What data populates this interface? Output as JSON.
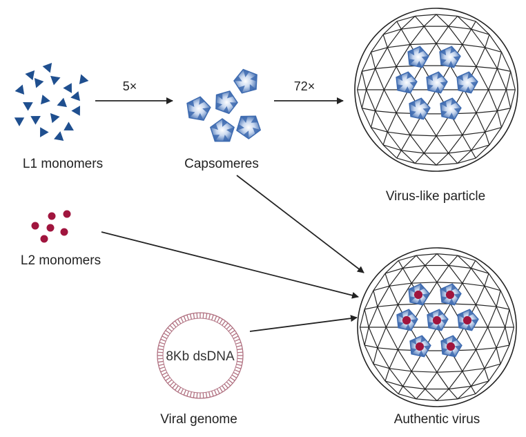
{
  "labels": {
    "l1_monomers": "L1 monomers",
    "capsomeres": "Capsomeres",
    "vlp": "Virus-like particle",
    "l2_monomers": "L2 monomers",
    "viral_genome": "Viral genome",
    "authentic_virus": "Authentic virus",
    "genome_size": "8Kb dsDNA"
  },
  "arrows": {
    "step1": "5×",
    "step2": "72×"
  },
  "colors": {
    "l1_blue": "#1f4f8f",
    "capsomere_blue": "#3e6bb0",
    "capsomere_light": "#dbe6f5",
    "l2_red": "#a0153e",
    "genome_ring": "#b07080",
    "outline": "#222222"
  }
}
